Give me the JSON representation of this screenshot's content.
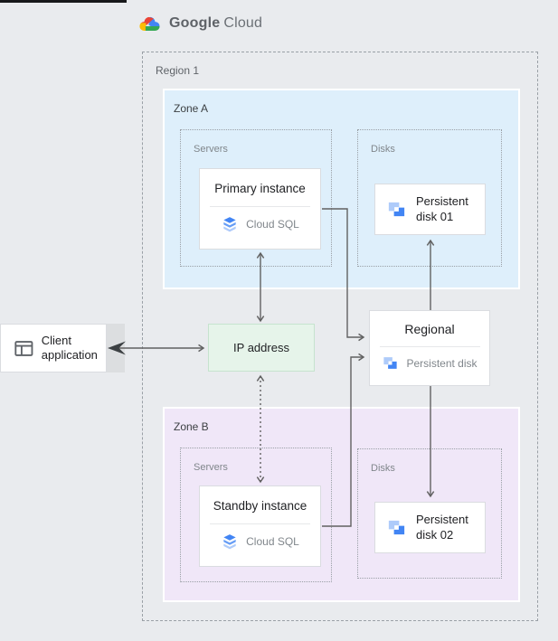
{
  "header": {
    "logo_google": "Google",
    "logo_cloud": "Cloud"
  },
  "region": {
    "label": "Region 1"
  },
  "zone_a": {
    "label": "Zone A",
    "servers_label": "Servers",
    "disks_label": "Disks",
    "primary": {
      "title": "Primary instance",
      "caption": "Cloud SQL"
    },
    "disk01": {
      "label": "Persistent disk 01"
    }
  },
  "zone_b": {
    "label": "Zone B",
    "servers_label": "Servers",
    "disks_label": "Disks",
    "standby": {
      "title": "Standby instance",
      "caption": "Cloud SQL"
    },
    "disk02": {
      "label": "Persistent disk 02"
    }
  },
  "ip": {
    "label": "IP address"
  },
  "regional": {
    "title": "Regional",
    "caption": "Persistent disk"
  },
  "client": {
    "label": "Client application"
  },
  "colors": {
    "page_bg": "#e9ebee",
    "zone_a_bg": "#deeffb",
    "zone_b_bg": "#f0e7f8",
    "ip_bg": "#e6f4ea",
    "node_border": "#dadce0",
    "dotted_border": "#9aa0a6",
    "arrow": "#616161",
    "arrow_bold": "#3c4043",
    "icon_blue": "#4285f4",
    "icon_blue_mid": "#669df6",
    "icon_blue_light": "#aecbfa",
    "logo_red": "#ea4335",
    "logo_blue": "#4285f4",
    "logo_yellow": "#fbbc04",
    "logo_green": "#34a853",
    "text_dark": "#202124",
    "text_gray": "#5f6368"
  }
}
